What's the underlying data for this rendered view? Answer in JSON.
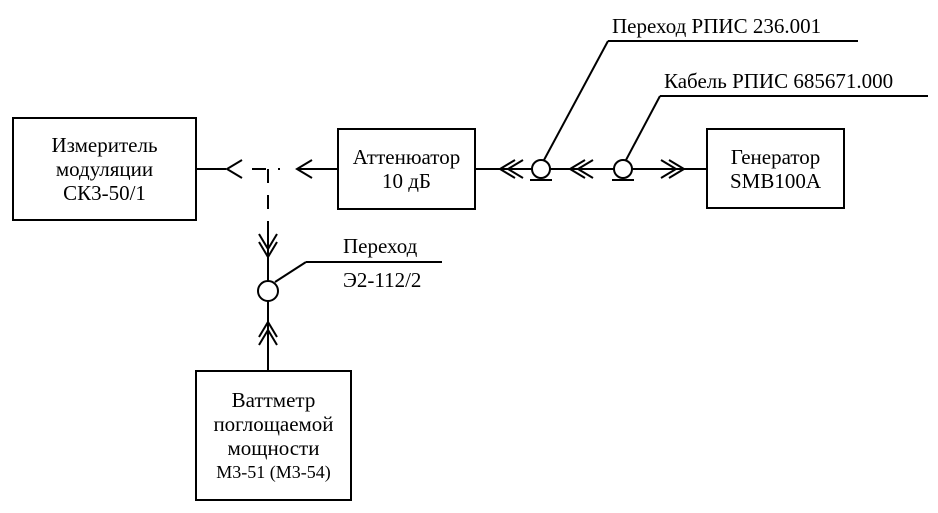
{
  "blocks": {
    "meter": {
      "line1": "Измеритель",
      "line2": "модуляции",
      "line3": "СК3-50/1"
    },
    "attenuator": {
      "line1": "Аттенюатор",
      "line2": "10 дБ"
    },
    "generator": {
      "line1": "Генератор",
      "line2": "SMB100A"
    },
    "wattmeter": {
      "line1": "Ваттметр",
      "line2": "поглощаемой",
      "line3": "мощности",
      "line4": "М3-51 (М3-54)"
    }
  },
  "labels": {
    "adapter_rpis": "Переход РПИС 236.001",
    "cable_rpis": "Кабель РПИС 685671.000",
    "adapter_e2_line1": "Переход",
    "adapter_e2_line2": "Э2-112/2"
  }
}
